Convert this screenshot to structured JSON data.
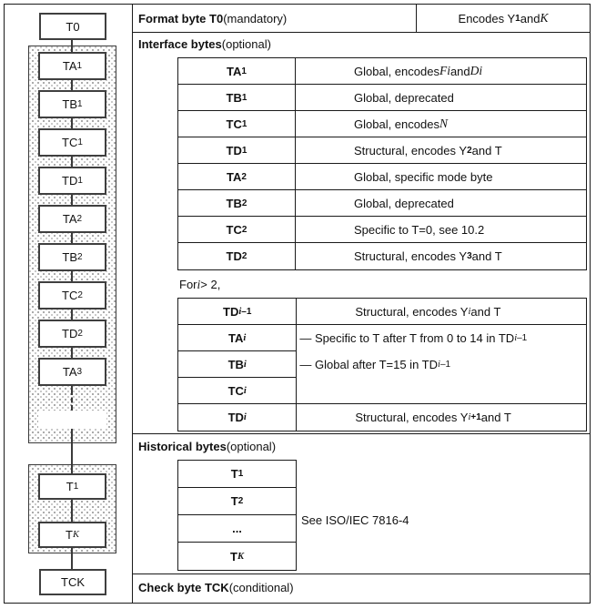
{
  "diagram": {
    "t0": [
      {
        "t": "T0"
      }
    ],
    "chain": [
      [
        {
          "t": "TA"
        },
        {
          "t": "1",
          "c": "s"
        }
      ],
      [
        {
          "t": "TB"
        },
        {
          "t": "1",
          "c": "s"
        }
      ],
      [
        {
          "t": "TC"
        },
        {
          "t": "1",
          "c": "s"
        }
      ],
      [
        {
          "t": "TD"
        },
        {
          "t": "1",
          "c": "s"
        }
      ],
      [
        {
          "t": "TA"
        },
        {
          "t": "2",
          "c": "s"
        }
      ],
      [
        {
          "t": "TB"
        },
        {
          "t": "2",
          "c": "s"
        }
      ],
      [
        {
          "t": "TC"
        },
        {
          "t": "2",
          "c": "s"
        }
      ],
      [
        {
          "t": "TD"
        },
        {
          "t": "2",
          "c": "s"
        }
      ],
      [
        {
          "t": "TA"
        },
        {
          "t": "3",
          "c": "s"
        }
      ]
    ],
    "t1": [
      {
        "t": "T"
      },
      {
        "t": "1",
        "c": "s"
      }
    ],
    "tk": [
      {
        "t": "T"
      },
      {
        "t": "K",
        "c": "si"
      }
    ],
    "tck": [
      {
        "t": "TCK"
      }
    ]
  },
  "table": {
    "format_row": {
      "left": [
        {
          "t": "Format byte T0",
          "c": "b"
        },
        {
          "t": " (mandatory)"
        }
      ],
      "right": [
        {
          "t": "Encodes Y"
        },
        {
          "t": "1",
          "c": "sb"
        },
        {
          "t": " and "
        },
        {
          "t": "K",
          "c": "mi"
        }
      ]
    },
    "interface_header": [
      {
        "t": "Interface bytes",
        "c": "b"
      },
      {
        "t": " (optional)"
      }
    ],
    "interface_rows": [
      {
        "name": [
          {
            "t": "TA",
            "c": "b"
          },
          {
            "t": "1",
            "c": "sb"
          }
        ],
        "desc": [
          {
            "t": "Global, encodes "
          },
          {
            "t": "Fi",
            "c": "mi"
          },
          {
            "t": " and "
          },
          {
            "t": "Di",
            "c": "mi"
          }
        ]
      },
      {
        "name": [
          {
            "t": "TB",
            "c": "b"
          },
          {
            "t": "1",
            "c": "sb"
          }
        ],
        "desc": [
          {
            "t": "Global, deprecated"
          }
        ]
      },
      {
        "name": [
          {
            "t": "TC",
            "c": "b"
          },
          {
            "t": "1",
            "c": "sb"
          }
        ],
        "desc": [
          {
            "t": "Global, encodes "
          },
          {
            "t": "N",
            "c": "mi"
          }
        ]
      },
      {
        "name": [
          {
            "t": "TD",
            "c": "b"
          },
          {
            "t": "1",
            "c": "sb"
          }
        ],
        "desc": [
          {
            "t": "Structural, encodes Y"
          },
          {
            "t": "2",
            "c": "sb"
          },
          {
            "t": " and T"
          }
        ]
      },
      {
        "name": [
          {
            "t": "TA",
            "c": "b"
          },
          {
            "t": "2",
            "c": "sb"
          }
        ],
        "desc": [
          {
            "t": "Global, specific mode byte"
          }
        ]
      },
      {
        "name": [
          {
            "t": "TB",
            "c": "b"
          },
          {
            "t": "2",
            "c": "sb"
          }
        ],
        "desc": [
          {
            "t": "Global, deprecated"
          }
        ]
      },
      {
        "name": [
          {
            "t": "TC",
            "c": "b"
          },
          {
            "t": "2",
            "c": "sb"
          }
        ],
        "desc": [
          {
            "t": "Specific to T=0, see 10.2"
          }
        ]
      },
      {
        "name": [
          {
            "t": "TD",
            "c": "b"
          },
          {
            "t": "2",
            "c": "sb"
          }
        ],
        "desc": [
          {
            "t": "Structural, encodes Y"
          },
          {
            "t": "3",
            "c": "sb"
          },
          {
            "t": " and T"
          }
        ]
      }
    ],
    "for_note": [
      {
        "t": "For "
      },
      {
        "t": "i",
        "c": "mi"
      },
      {
        "t": " > 2,"
      }
    ],
    "i_section": {
      "names": [
        [
          {
            "t": "TD",
            "c": "b"
          },
          {
            "t": "i",
            "c": "sbi"
          },
          {
            "t": "–1",
            "c": "sb"
          }
        ],
        [
          {
            "t": "TA",
            "c": "b"
          },
          {
            "t": "i",
            "c": "sbi"
          }
        ],
        [
          {
            "t": "TB",
            "c": "b"
          },
          {
            "t": "i",
            "c": "sbi"
          }
        ],
        [
          {
            "t": "TC",
            "c": "b"
          },
          {
            "t": "i",
            "c": "sbi"
          }
        ],
        [
          {
            "t": "TD",
            "c": "b"
          },
          {
            "t": "i",
            "c": "sbi"
          }
        ]
      ],
      "desc_first": [
        {
          "t": "Structural, encodes Y"
        },
        {
          "t": "i",
          "c": "si"
        },
        {
          "t": " and T"
        }
      ],
      "note_specific": [
        {
          "t": "— Specific to T after T from 0 to 14 in TD"
        },
        {
          "t": "i",
          "c": "si"
        },
        {
          "t": "–1",
          "c": "s"
        }
      ],
      "note_global": [
        {
          "t": "— Global after T=15 in TD"
        },
        {
          "t": "i",
          "c": "si"
        },
        {
          "t": "–1",
          "c": "s"
        }
      ],
      "desc_last": [
        {
          "t": "Structural, encodes Y"
        },
        {
          "t": "i",
          "c": "si"
        },
        {
          "t": "+1",
          "c": "sb"
        },
        {
          "t": " and T"
        }
      ]
    },
    "historical_header": [
      {
        "t": "Historical bytes",
        "c": "b"
      },
      {
        "t": " (optional)"
      }
    ],
    "historical_rows": [
      [
        {
          "t": "T",
          "c": "b"
        },
        {
          "t": "1",
          "c": "sb"
        }
      ],
      [
        {
          "t": "T",
          "c": "b"
        },
        {
          "t": "2",
          "c": "sb"
        }
      ],
      [
        {
          "t": "...",
          "c": "b"
        }
      ],
      [
        {
          "t": "T",
          "c": "b"
        },
        {
          "t": "K",
          "c": "sbi"
        }
      ]
    ],
    "historical_note": [
      {
        "t": "See ISO/IEC 7816-4"
      }
    ],
    "check_row": [
      {
        "t": "Check byte TCK",
        "c": "b"
      },
      {
        "t": " (conditional)"
      }
    ]
  }
}
